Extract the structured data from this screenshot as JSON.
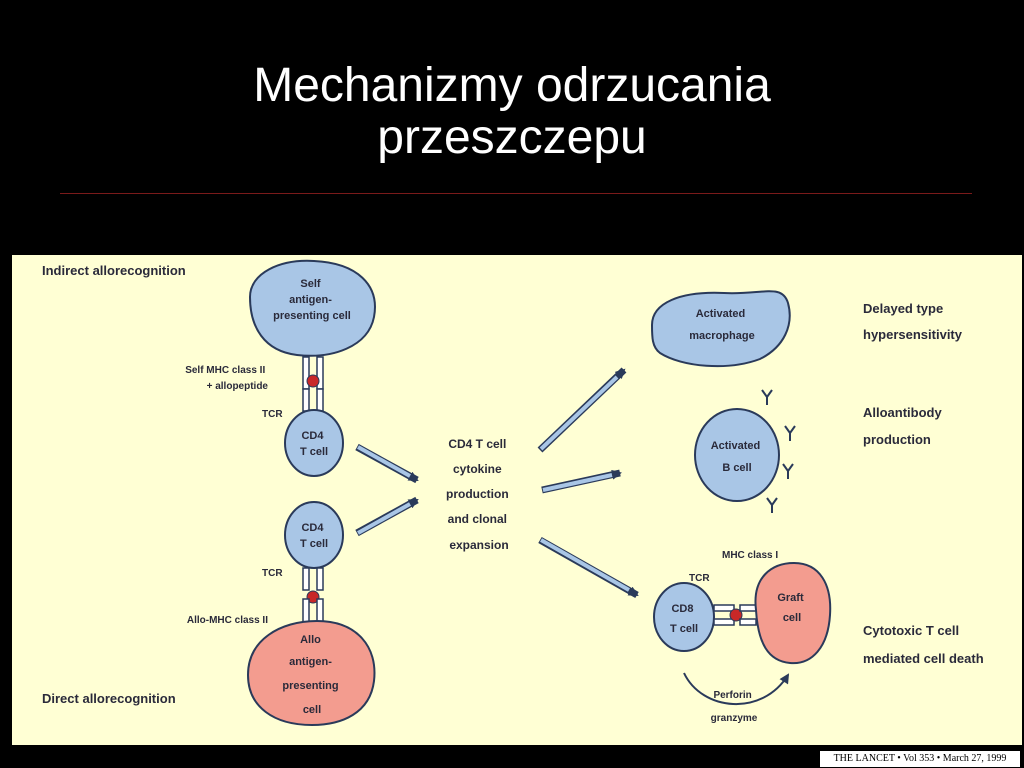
{
  "slide": {
    "title_line1": "Mechanizmy odrzucania",
    "title_line2": "przeszczepu",
    "citation": "THE LANCET • Vol 353 • March 27, 1999"
  },
  "diagram": {
    "indirect_label": "Indirect allorecognition",
    "direct_label": "Direct allorecognition",
    "self_apc": [
      "Self",
      "antigen-",
      "presenting cell"
    ],
    "self_mhc_label": [
      "Self MHC class II",
      "+ allopeptide"
    ],
    "tcr_top": "TCR",
    "cd4_top": [
      "CD4",
      "T cell"
    ],
    "cd4_bottom": [
      "CD4",
      "T cell"
    ],
    "tcr_bottom": "TCR",
    "allo_mhc_label": "Allo-MHC class II",
    "allo_apc": [
      "Allo",
      "antigen-",
      "presenting",
      "cell"
    ],
    "center_text": [
      "CD4 T cell",
      "cytokine",
      "production",
      "and clonal",
      "expansion"
    ],
    "macrophage": [
      "Activated",
      "macrophage"
    ],
    "bcell": [
      "Activated",
      "B cell"
    ],
    "cd8": [
      "CD8",
      "T cell"
    ],
    "graft": [
      "Graft",
      "cell"
    ],
    "mhc_class_i": "MHC class I",
    "tcr_right": "TCR",
    "perforin": [
      "Perforin",
      "granzyme"
    ],
    "outcome_dth": [
      "Delayed type",
      "hypersensitivity"
    ],
    "outcome_antibody": [
      "Alloantibody",
      "production"
    ],
    "outcome_ctl": [
      "Cytotoxic T cell",
      "mediated cell death"
    ],
    "colors": {
      "background": "#ffffd4",
      "blue_cell": "#a9c6e6",
      "pink_cell": "#f39c8f",
      "outline": "#2a3a5a",
      "arrow_fill": "#a9c6e6"
    }
  }
}
